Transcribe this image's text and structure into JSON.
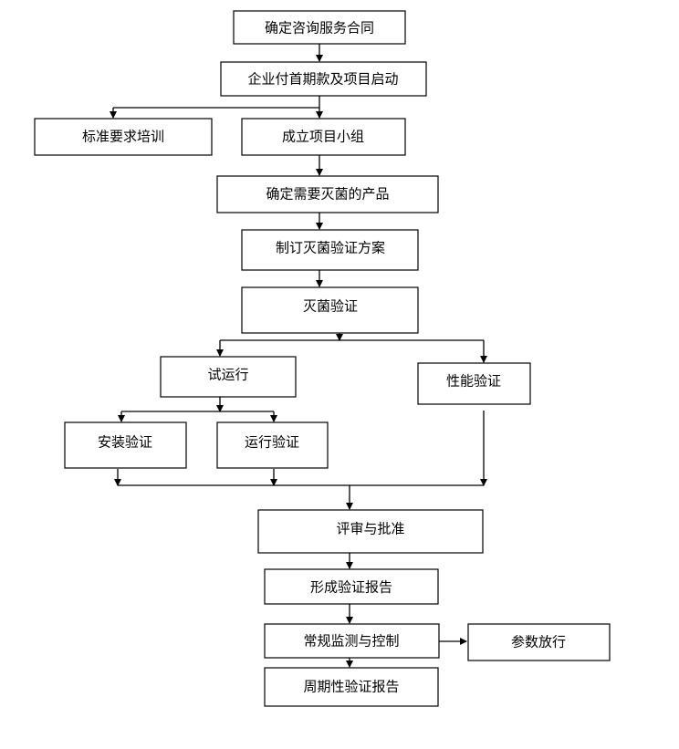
{
  "diagram": {
    "colors": {
      "stroke": "#000000",
      "fill": "#ffffff",
      "text": "#000000"
    },
    "nodes": {
      "contract": "确定咨询服务合同",
      "payment": "企业付首期款及项目启动",
      "training": "标准要求培训",
      "team": "成立项目小组",
      "products": "确定需要灭菌的产品",
      "plan": "制订灭菌验证方案",
      "validation": "灭菌验证",
      "trial_run": "试运行",
      "performance": "性能验证",
      "install_verify": "安装验证",
      "operation_verify": "运行验证",
      "review": "评审与批准",
      "report": "形成验证报告",
      "monitoring": "常规监测与控制",
      "release": "参数放行",
      "periodic_report": "周期性验证报告"
    },
    "edges": [
      [
        "contract",
        "payment"
      ],
      [
        "payment",
        "training"
      ],
      [
        "payment",
        "team"
      ],
      [
        "team",
        "products"
      ],
      [
        "products",
        "plan"
      ],
      [
        "plan",
        "validation"
      ],
      [
        "validation",
        "trial_run"
      ],
      [
        "validation",
        "performance"
      ],
      [
        "trial_run",
        "install_verify"
      ],
      [
        "trial_run",
        "operation_verify"
      ],
      [
        "install_verify",
        "review"
      ],
      [
        "operation_verify",
        "review"
      ],
      [
        "performance",
        "review"
      ],
      [
        "review",
        "report"
      ],
      [
        "report",
        "monitoring"
      ],
      [
        "monitoring",
        "release"
      ],
      [
        "monitoring",
        "periodic_report"
      ]
    ]
  }
}
